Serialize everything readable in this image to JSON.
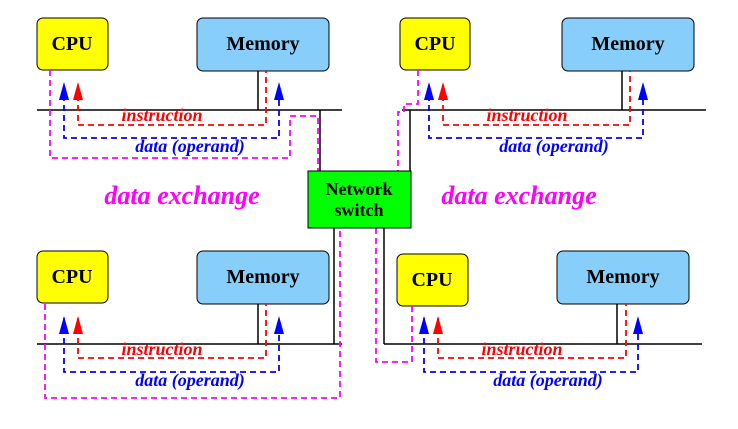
{
  "colors": {
    "cpu_fill": "#ffff00",
    "memory_fill": "#87cefa",
    "switch_fill": "#00ff00",
    "instruction": "#ff0000",
    "data": "#0000ff",
    "exchange": "#ff00ff",
    "bus": "#000000"
  },
  "labels": {
    "cpu": "CPU",
    "memory": "Memory",
    "instruction": "instruction",
    "data": "data (operand)",
    "exchange": "data exchange",
    "switch_line1": "Network",
    "switch_line2": "switch"
  },
  "nodes": [
    {
      "id": "top-left"
    },
    {
      "id": "top-right"
    },
    {
      "id": "bottom-left"
    },
    {
      "id": "bottom-right"
    }
  ]
}
